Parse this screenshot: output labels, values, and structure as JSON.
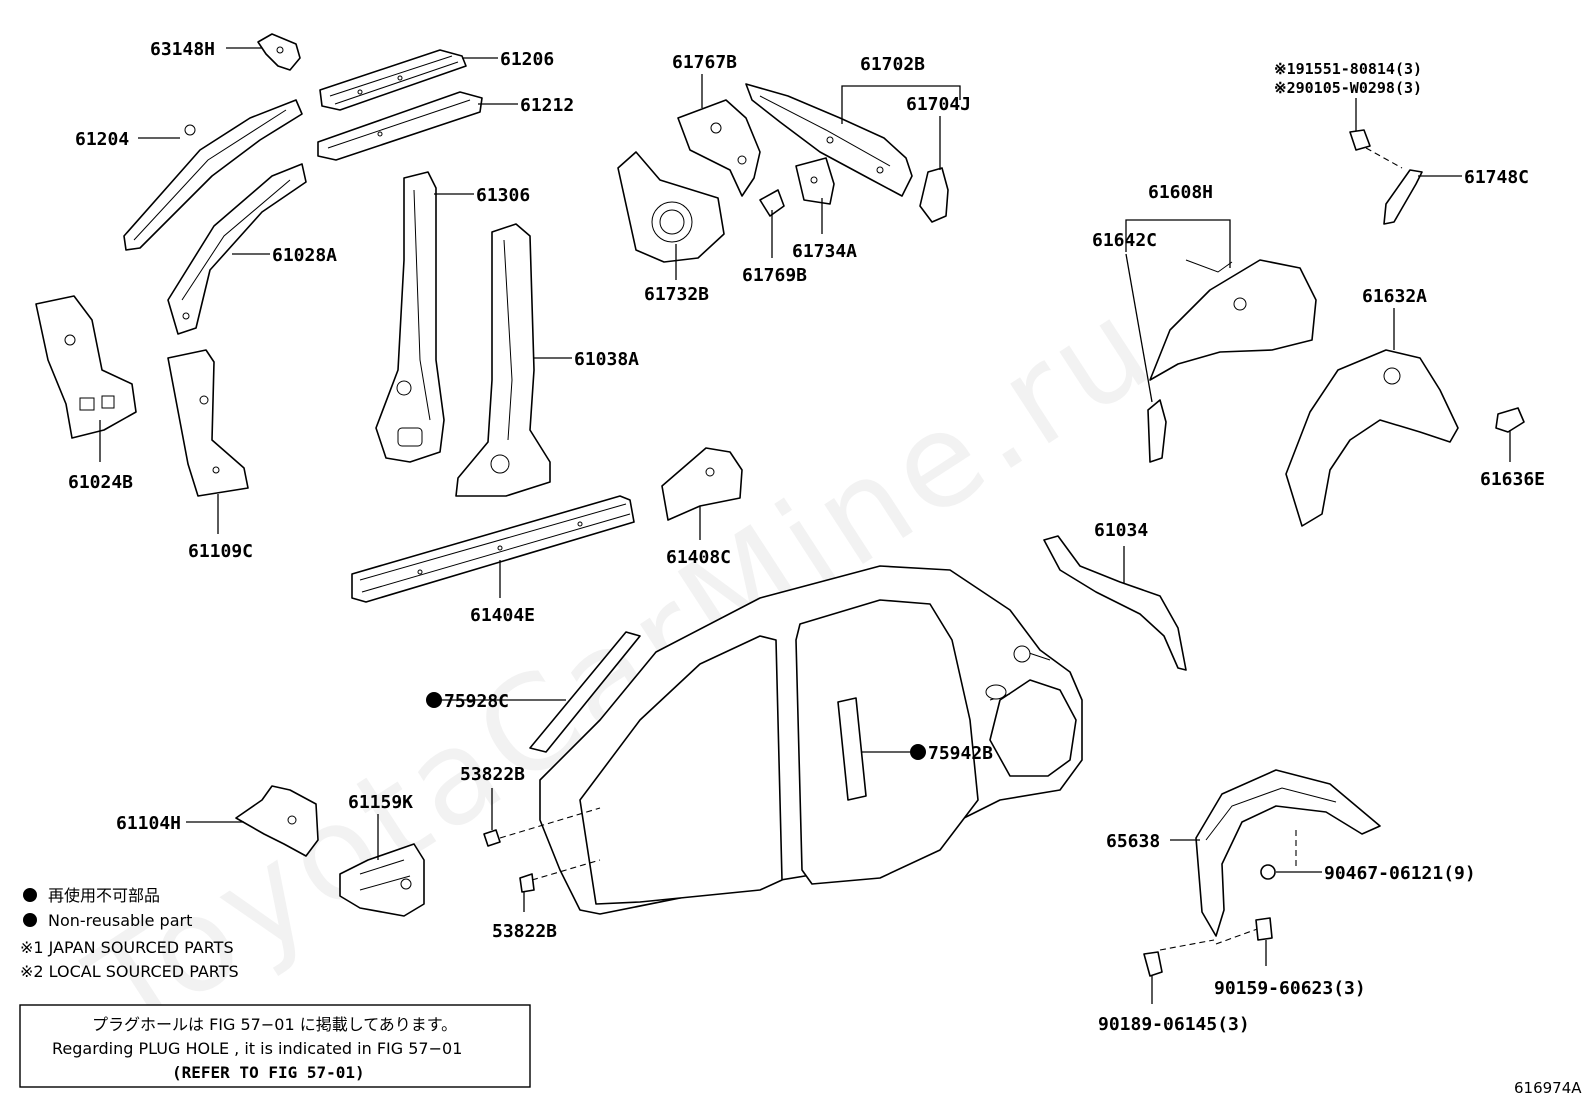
{
  "watermark": "ToyotaCarMine.ru",
  "figure_id": "616974A",
  "parts": {
    "p63148H": "63148H",
    "p61206": "61206",
    "p61212": "61212",
    "p61204": "61204",
    "p61306": "61306",
    "p61028A": "61028A",
    "p61024B": "61024B",
    "p61038A": "61038A",
    "p61109C": "61109C",
    "p61767B": "61767B",
    "p61702B": "61702B",
    "p61704J": "61704J",
    "p61732B": "61732B",
    "p61769B": "61769B",
    "p61734A": "61734A",
    "p61408C": "61408C",
    "p61404E": "61404E",
    "p75928C": "75928C",
    "p75942B": "75942B",
    "p53822B_top": "53822B",
    "p53822B_bottom": "53822B",
    "p61104H": "61104H",
    "p61159K": "61159K",
    "p61608H": "61608H",
    "p61642C": "61642C",
    "p61632A": "61632A",
    "p61636E": "61636E",
    "p61748C": "61748C",
    "p61034": "61034",
    "p65638": "65638",
    "p90467": "90467-06121(9)",
    "p90159": "90159-60623(3)",
    "p90189": "90189-06145(3)"
  },
  "fasteners_top": {
    "line1": "※191551-80814(3)",
    "line2": "※290105-W0298(3)"
  },
  "legend": {
    "jp_nonreusable": "再使用不可部品",
    "en_nonreusable": "Non-reusable part",
    "japan_sourced": "※1 JAPAN SOURCED PARTS",
    "local_sourced": "※2 LOCAL SOURCED PARTS"
  },
  "note": {
    "jp": "プラグホールは FIG 57−01 に掲載してあります。",
    "en": "Regarding  PLUG  HOLE , it is indicated in FIG  57−01",
    "ref": "(REFER TO FIG 57-01)"
  }
}
